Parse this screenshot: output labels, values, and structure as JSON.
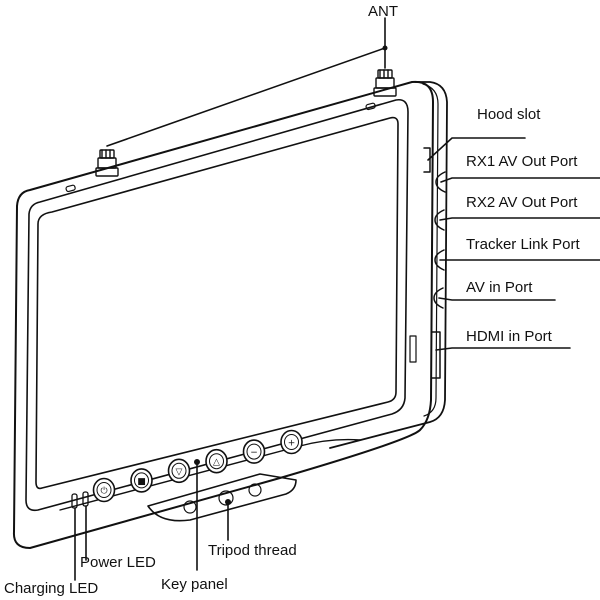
{
  "labels": {
    "ant": "ANT",
    "hood_slot": "Hood slot",
    "rx1_av_out": "RX1 AV Out Port",
    "rx2_av_out": "RX2 AV Out Port",
    "tracker_link": "Tracker Link Port",
    "av_in": "AV in Port",
    "hdmi_in": "HDMI in Port",
    "power_led": "Power LED",
    "charging_led": "Charging LED",
    "key_panel": "Key panel",
    "tripod_thread": "Tripod thread"
  },
  "keys": [
    {
      "icon": "power-icon",
      "glyph": "⏻"
    },
    {
      "icon": "stop-icon",
      "glyph": "■"
    },
    {
      "icon": "down-triangle-icon",
      "glyph": "▽"
    },
    {
      "icon": "up-triangle-icon",
      "glyph": "△"
    },
    {
      "icon": "minus-icon",
      "glyph": "−"
    },
    {
      "icon": "plus-icon",
      "glyph": "+"
    }
  ]
}
